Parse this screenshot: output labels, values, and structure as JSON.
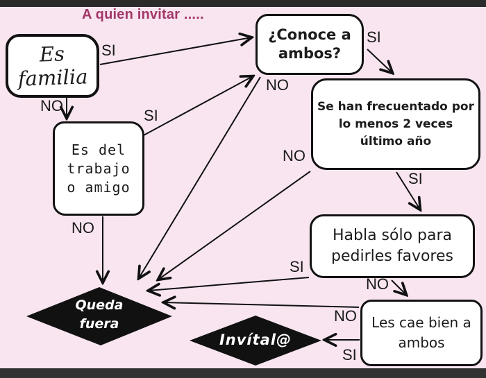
{
  "title": "A quien invitar .....",
  "nodes": {
    "familia": {
      "label": "Es familia"
    },
    "conoce": {
      "lines": [
        "¿Conoce a",
        "ambos?"
      ]
    },
    "frecuentado": {
      "lines": [
        "Se han frecuentado por",
        "lo menos 2 veces",
        "último año"
      ]
    },
    "trabajo": {
      "lines": [
        "Es del",
        "trabajo",
        "o amigo"
      ]
    },
    "habla": {
      "lines": [
        "Habla sólo para",
        "pedirles favores"
      ]
    },
    "cae": {
      "lines": [
        "Les cae bien a",
        "ambos"
      ]
    },
    "queda": {
      "lines": [
        "Queda",
        "fuera"
      ]
    },
    "invital": {
      "label": "Invítal@"
    }
  },
  "edges": {
    "familia_si": "SI",
    "familia_no": "NO",
    "trabajo_si": "SI",
    "trabajo_no": "NO",
    "conoce_si": "SI",
    "conoce_no": "NO",
    "frecuentado_si": "SI",
    "frecuentado_no": "NO",
    "habla_si": "SI",
    "habla_no": "NO",
    "cae_si": "SI",
    "cae_no": "NO"
  },
  "colors": {
    "background": "#f8e5f0",
    "top_bar": "#2b2b2b",
    "bottom_bar": "#323232",
    "title": "#a23768",
    "node_fill": "#ffffff",
    "node_border": "#121212",
    "diamond_fill": "#111111",
    "diamond_text": "#ffffff",
    "arrow": "#111111"
  }
}
